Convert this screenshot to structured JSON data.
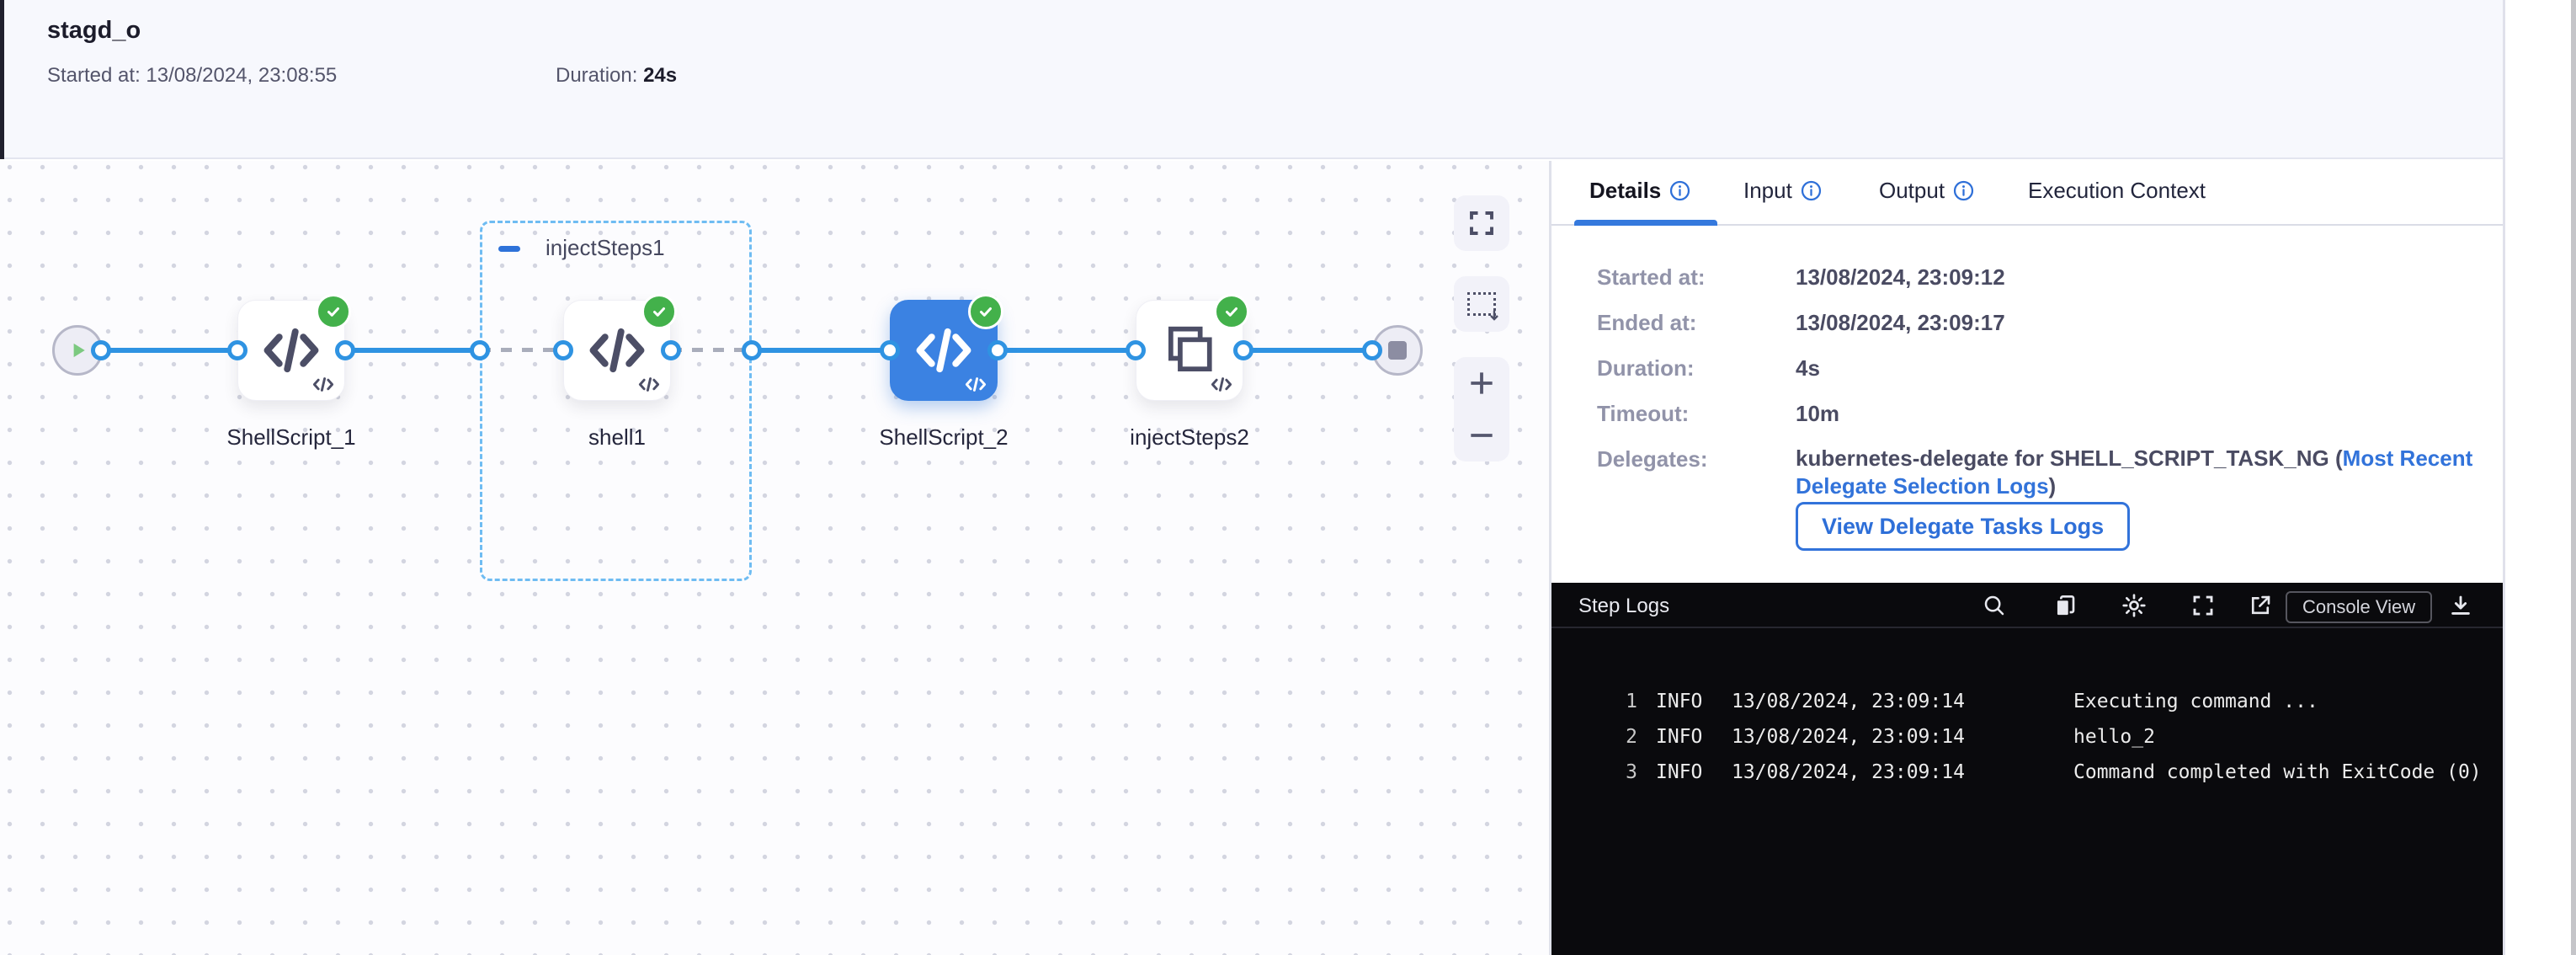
{
  "colors": {
    "accent_blue": "#2f93e2",
    "link_blue": "#3273da",
    "success_green": "#43b14b",
    "selected_node_blue": "#3b82e2",
    "header_bg": "#f7f8fd",
    "log_bg": "#0a0a0d",
    "dashed_group_blue": "#6fbcf2"
  },
  "header": {
    "title": "stagd_o",
    "started_label": "Started at:",
    "started_value": "13/08/2024, 23:08:55",
    "duration_label": "Duration:",
    "duration_value": "24s"
  },
  "canvas": {
    "group": {
      "label": "injectSteps1"
    },
    "nodes": [
      {
        "label": "ShellScript_1",
        "status": "success",
        "selected": false,
        "icon": "code-icon"
      },
      {
        "label": "shell1",
        "status": "success",
        "selected": false,
        "icon": "code-icon"
      },
      {
        "label": "ShellScript_2",
        "status": "success",
        "selected": true,
        "icon": "code-icon"
      },
      {
        "label": "injectSteps2",
        "status": "success",
        "selected": false,
        "icon": "copy-squares-icon"
      }
    ],
    "controls": {
      "icons": [
        "fullscreen-icon",
        "marquee-select-icon",
        "zoom-in-icon",
        "zoom-out-icon"
      ]
    }
  },
  "panel": {
    "tabs": [
      {
        "label": "Details",
        "active": true,
        "info_icon": true
      },
      {
        "label": "Input",
        "active": false,
        "info_icon": true
      },
      {
        "label": "Output",
        "active": false,
        "info_icon": true
      },
      {
        "label": "Execution Context",
        "active": false,
        "info_icon": false
      }
    ],
    "details": {
      "rows": [
        {
          "label": "Started at:",
          "value": "13/08/2024, 23:09:12"
        },
        {
          "label": "Ended at:",
          "value": "13/08/2024, 23:09:17"
        },
        {
          "label": "Duration:",
          "value": "4s"
        },
        {
          "label": "Timeout:",
          "value": "10m"
        }
      ],
      "delegates_label": "Delegates:",
      "delegates_prefix": "kubernetes-delegate for SHELL_SCRIPT_TASK_NG (",
      "delegates_link": "Most Recent Delegate Selection Logs",
      "delegates_suffix": ")",
      "view_logs_button": "View Delegate Tasks Logs"
    },
    "logs": {
      "title": "Step Logs",
      "console_view_button": "Console View",
      "toolbar_icons": [
        "search-icon",
        "copy-icon",
        "gear-icon",
        "fullscreen-icon",
        "open-external-icon",
        "download-icon"
      ],
      "lines": [
        {
          "num": "1",
          "level": "INFO",
          "time": "13/08/2024, 23:09:14",
          "message": "Executing command ..."
        },
        {
          "num": "2",
          "level": "INFO",
          "time": "13/08/2024, 23:09:14",
          "message": "hello_2"
        },
        {
          "num": "3",
          "level": "INFO",
          "time": "13/08/2024, 23:09:14",
          "message": "Command completed with ExitCode (0)"
        }
      ]
    }
  }
}
